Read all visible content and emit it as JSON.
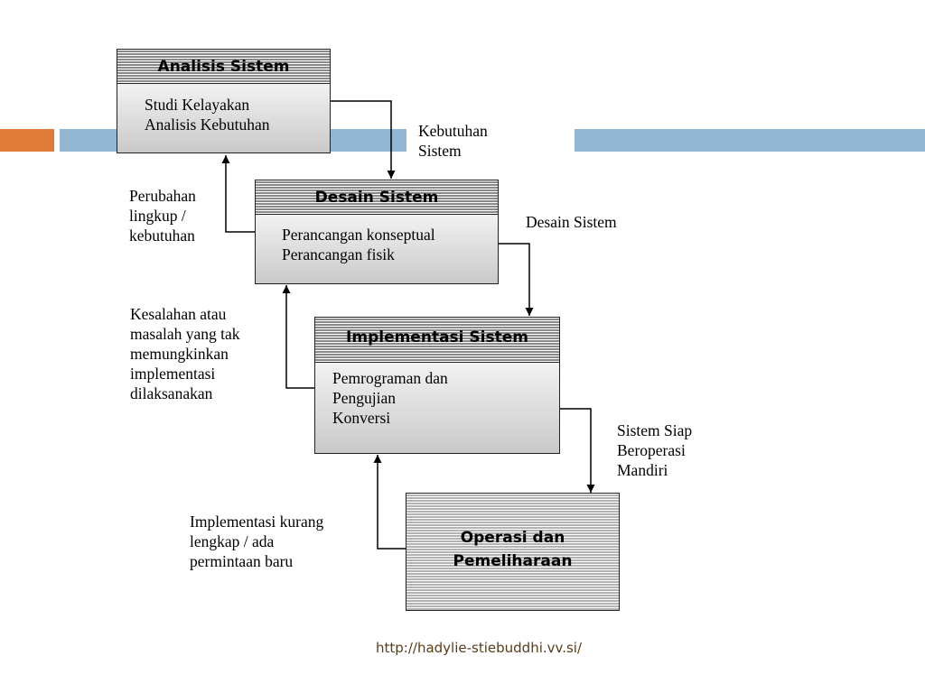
{
  "colors": {
    "accent_orange": "#e07b39",
    "accent_blue": "#93b6d2",
    "footer_text": "#5a3b1a"
  },
  "boxes": {
    "analisis": {
      "title": "Analisis Sistem",
      "lines": [
        "Studi Kelayakan",
        "Analisis Kebutuhan"
      ]
    },
    "desain": {
      "title": "Desain Sistem",
      "lines": [
        "Perancangan konseptual",
        "Perancangan fisik"
      ]
    },
    "implementasi": {
      "title": "Implementasi Sistem",
      "lines": [
        "Pemrograman dan",
        "Pengujian",
        "Konversi"
      ]
    },
    "operasi": {
      "title_lines": [
        "Operasi dan",
        "Pemeliharaan"
      ]
    }
  },
  "labels": {
    "kebutuhan": [
      "Kebutuhan",
      "Sistem"
    ],
    "perubahan": [
      "Perubahan",
      "lingkup /",
      "kebutuhan"
    ],
    "desain_sistem": [
      "Desain Sistem"
    ],
    "kesalahan": [
      "Kesalahan atau",
      "masalah yang tak",
      "memungkinkan",
      "implementasi",
      "dilaksanakan"
    ],
    "siap": [
      "Sistem Siap",
      "Beroperasi",
      "Mandiri"
    ],
    "kurang": [
      "Implementasi kurang",
      "lengkap / ada",
      "permintaan baru"
    ]
  },
  "footer": {
    "url": "http://hadylie-stiebuddhi.vv.si/"
  }
}
